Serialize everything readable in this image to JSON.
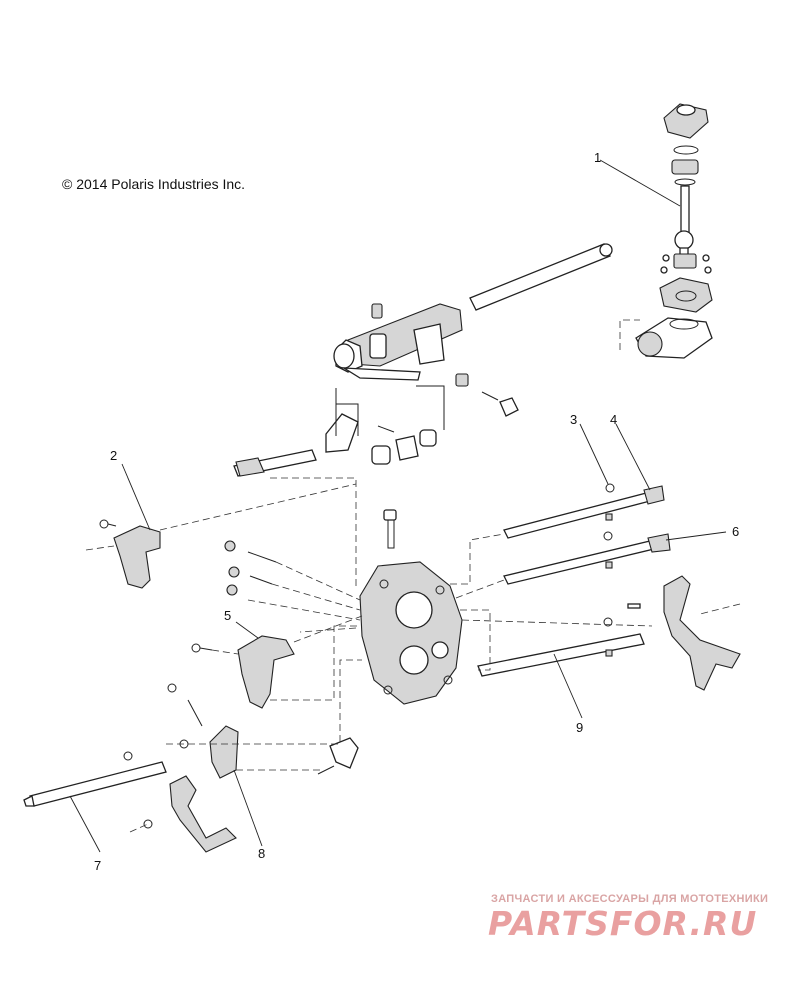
{
  "copyright": "© 2014 Polaris Industries Inc.",
  "watermark": {
    "subtitle": "ЗАПЧАСТИ И АКСЕССУАРЫ ДЛЯ МОТОТЕХНИКИ",
    "brand": "PARTSFOR.RU"
  },
  "callouts": [
    "1",
    "2",
    "3",
    "4",
    "5",
    "6",
    "7",
    "8",
    "9"
  ]
}
